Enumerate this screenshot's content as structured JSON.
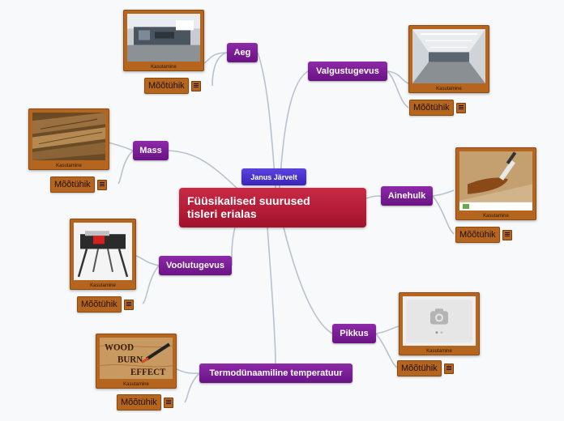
{
  "central": {
    "title_line1": "Füüsikalised suurused",
    "title_line2": "tisleri erialas"
  },
  "author": {
    "name": "Janus Järvelt"
  },
  "colors": {
    "topic": "#7a1d95",
    "central": "#b51c38",
    "author": "#4a32cc",
    "card": "#b5651d",
    "link": "#b8c2cc"
  },
  "topics": [
    {
      "id": "aeg",
      "label": "Aeg",
      "image_caption": "Kasutamine",
      "unit_label": "Mõõtühik",
      "note_icon": "note-icon"
    },
    {
      "id": "valgustugevus",
      "label": "Valgustugevus",
      "image_caption": "Kasutamine",
      "unit_label": "Mõõtühik",
      "note_icon": "note-icon"
    },
    {
      "id": "mass",
      "label": "Mass",
      "image_caption": "Kasutamine",
      "unit_label": "Mõõtühik",
      "note_icon": "note-icon"
    },
    {
      "id": "ainehulk",
      "label": "Ainehulk",
      "image_caption": "Kasutamine",
      "unit_label": "Mõõtühik",
      "note_icon": "note-icon"
    },
    {
      "id": "voolutugevus",
      "label": "Voolutugevus",
      "image_caption": "Kasutamine",
      "unit_label": "Mõõtühik",
      "note_icon": "note-icon"
    },
    {
      "id": "pikkus",
      "label": "Pikkus",
      "image_caption": "Kasutamine",
      "unit_label": "Mõõtühik",
      "note_icon": "note-icon"
    },
    {
      "id": "temperatuur",
      "label": "Termodünaamiline temperatuur",
      "image_caption": "Kasutamine",
      "unit_label": "Mõõtühik",
      "note_icon": "note-icon",
      "image_text": [
        "WOOD",
        "BURN",
        "EFFECT"
      ]
    }
  ]
}
